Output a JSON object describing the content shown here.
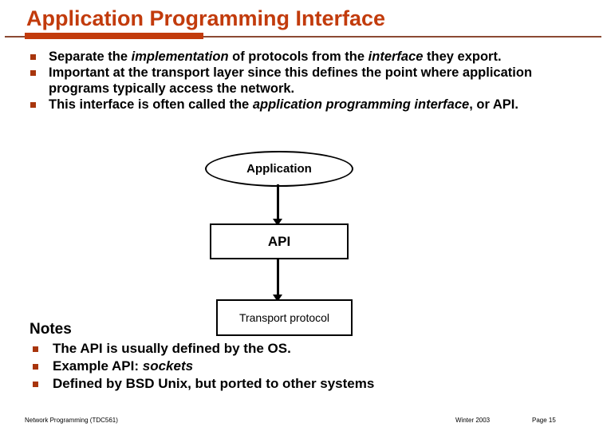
{
  "slide": {
    "title": "Application Programming Interface",
    "accent_color": "#C23B0C",
    "rule_color": "#8B4A33",
    "bullet_marker_color": "#A8350C"
  },
  "bullets": [
    {
      "parts": [
        {
          "text": "Separate the ",
          "style": "normal"
        },
        {
          "text": "implementation",
          "style": "italic"
        },
        {
          "text": " of protocols from the ",
          "style": "normal"
        },
        {
          "text": "interface",
          "style": "italic"
        },
        {
          "text": " they export.",
          "style": "normal"
        }
      ]
    },
    {
      "parts": [
        {
          "text": "Important at the transport layer since this defines the point where application programs typically access the network.",
          "style": "normal"
        }
      ]
    },
    {
      "parts": [
        {
          "text": "This interface is often called the ",
          "style": "normal"
        },
        {
          "text": "application programming interface",
          "style": "italic"
        },
        {
          "text": ", or API.",
          "style": "normal"
        }
      ]
    }
  ],
  "diagram": {
    "application_label": "Application",
    "api_label": "API",
    "transport_label": "Transport protocol",
    "arrow_1_name": "arrow-application-to-api",
    "arrow_2_name": "arrow-api-to-transport"
  },
  "notes": {
    "heading": "Notes",
    "items": [
      {
        "parts": [
          {
            "text": "The API is usually defined by the OS.",
            "style": "normal"
          }
        ]
      },
      {
        "parts": [
          {
            "text": "Example API: ",
            "style": "normal"
          },
          {
            "text": "sockets",
            "style": "italic"
          }
        ]
      },
      {
        "parts": [
          {
            "text": "Defined by BSD Unix, but ported to other systems",
            "style": "normal"
          }
        ]
      }
    ]
  },
  "footer": {
    "course": "Network Programming (TDC561)",
    "term": "Winter  2003",
    "page": "Page 15"
  }
}
